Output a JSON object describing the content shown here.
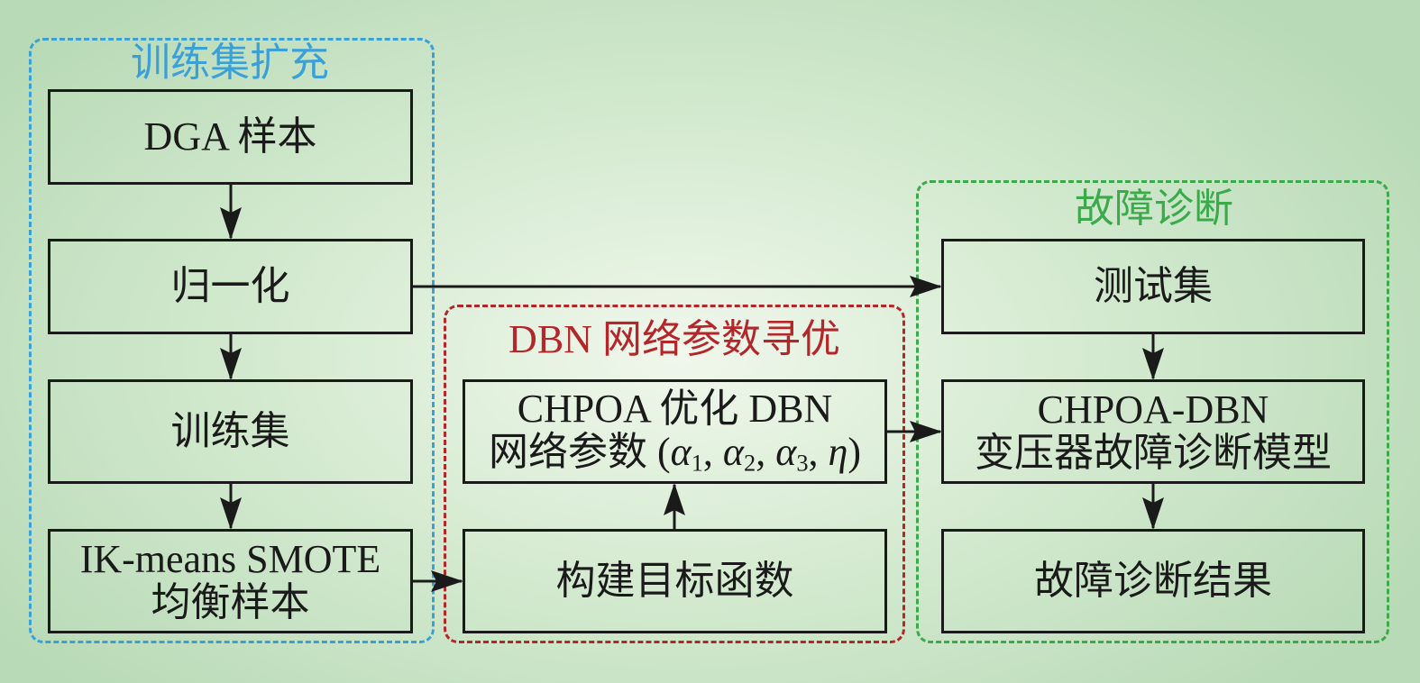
{
  "colors": {
    "group_train": "#3aa0d8",
    "group_dbn": "#b5262b",
    "group_diag": "#3aaa4a",
    "box_border": "#1a1a1a",
    "arrow": "#1a1a1a"
  },
  "groups": {
    "train": {
      "title": "训练集扩充"
    },
    "dbn": {
      "title": "DBN 网络参数寻优"
    },
    "diag": {
      "title": "故障诊断"
    }
  },
  "boxes": {
    "dga": {
      "line1": "DGA 样本"
    },
    "normalize": {
      "line1": "归一化"
    },
    "trainset": {
      "line1": "训练集"
    },
    "balance": {
      "line1": "IK-means SMOTE",
      "line2": "均衡样本"
    },
    "chpoa": {
      "line1": "CHPOA 优化 DBN",
      "line2_prefix": "网络参数 (",
      "alpha": "α",
      "sub1": "1",
      "sub2": "2",
      "sub3": "3",
      "eta": "η",
      "comma": ", ",
      "close": ")"
    },
    "objective": {
      "line1": "构建目标函数"
    },
    "testset": {
      "line1": "测试集"
    },
    "model": {
      "line1": "CHPOA-DBN",
      "line2": "变压器故障诊断模型"
    },
    "result": {
      "line1": "故障诊断结果"
    }
  }
}
